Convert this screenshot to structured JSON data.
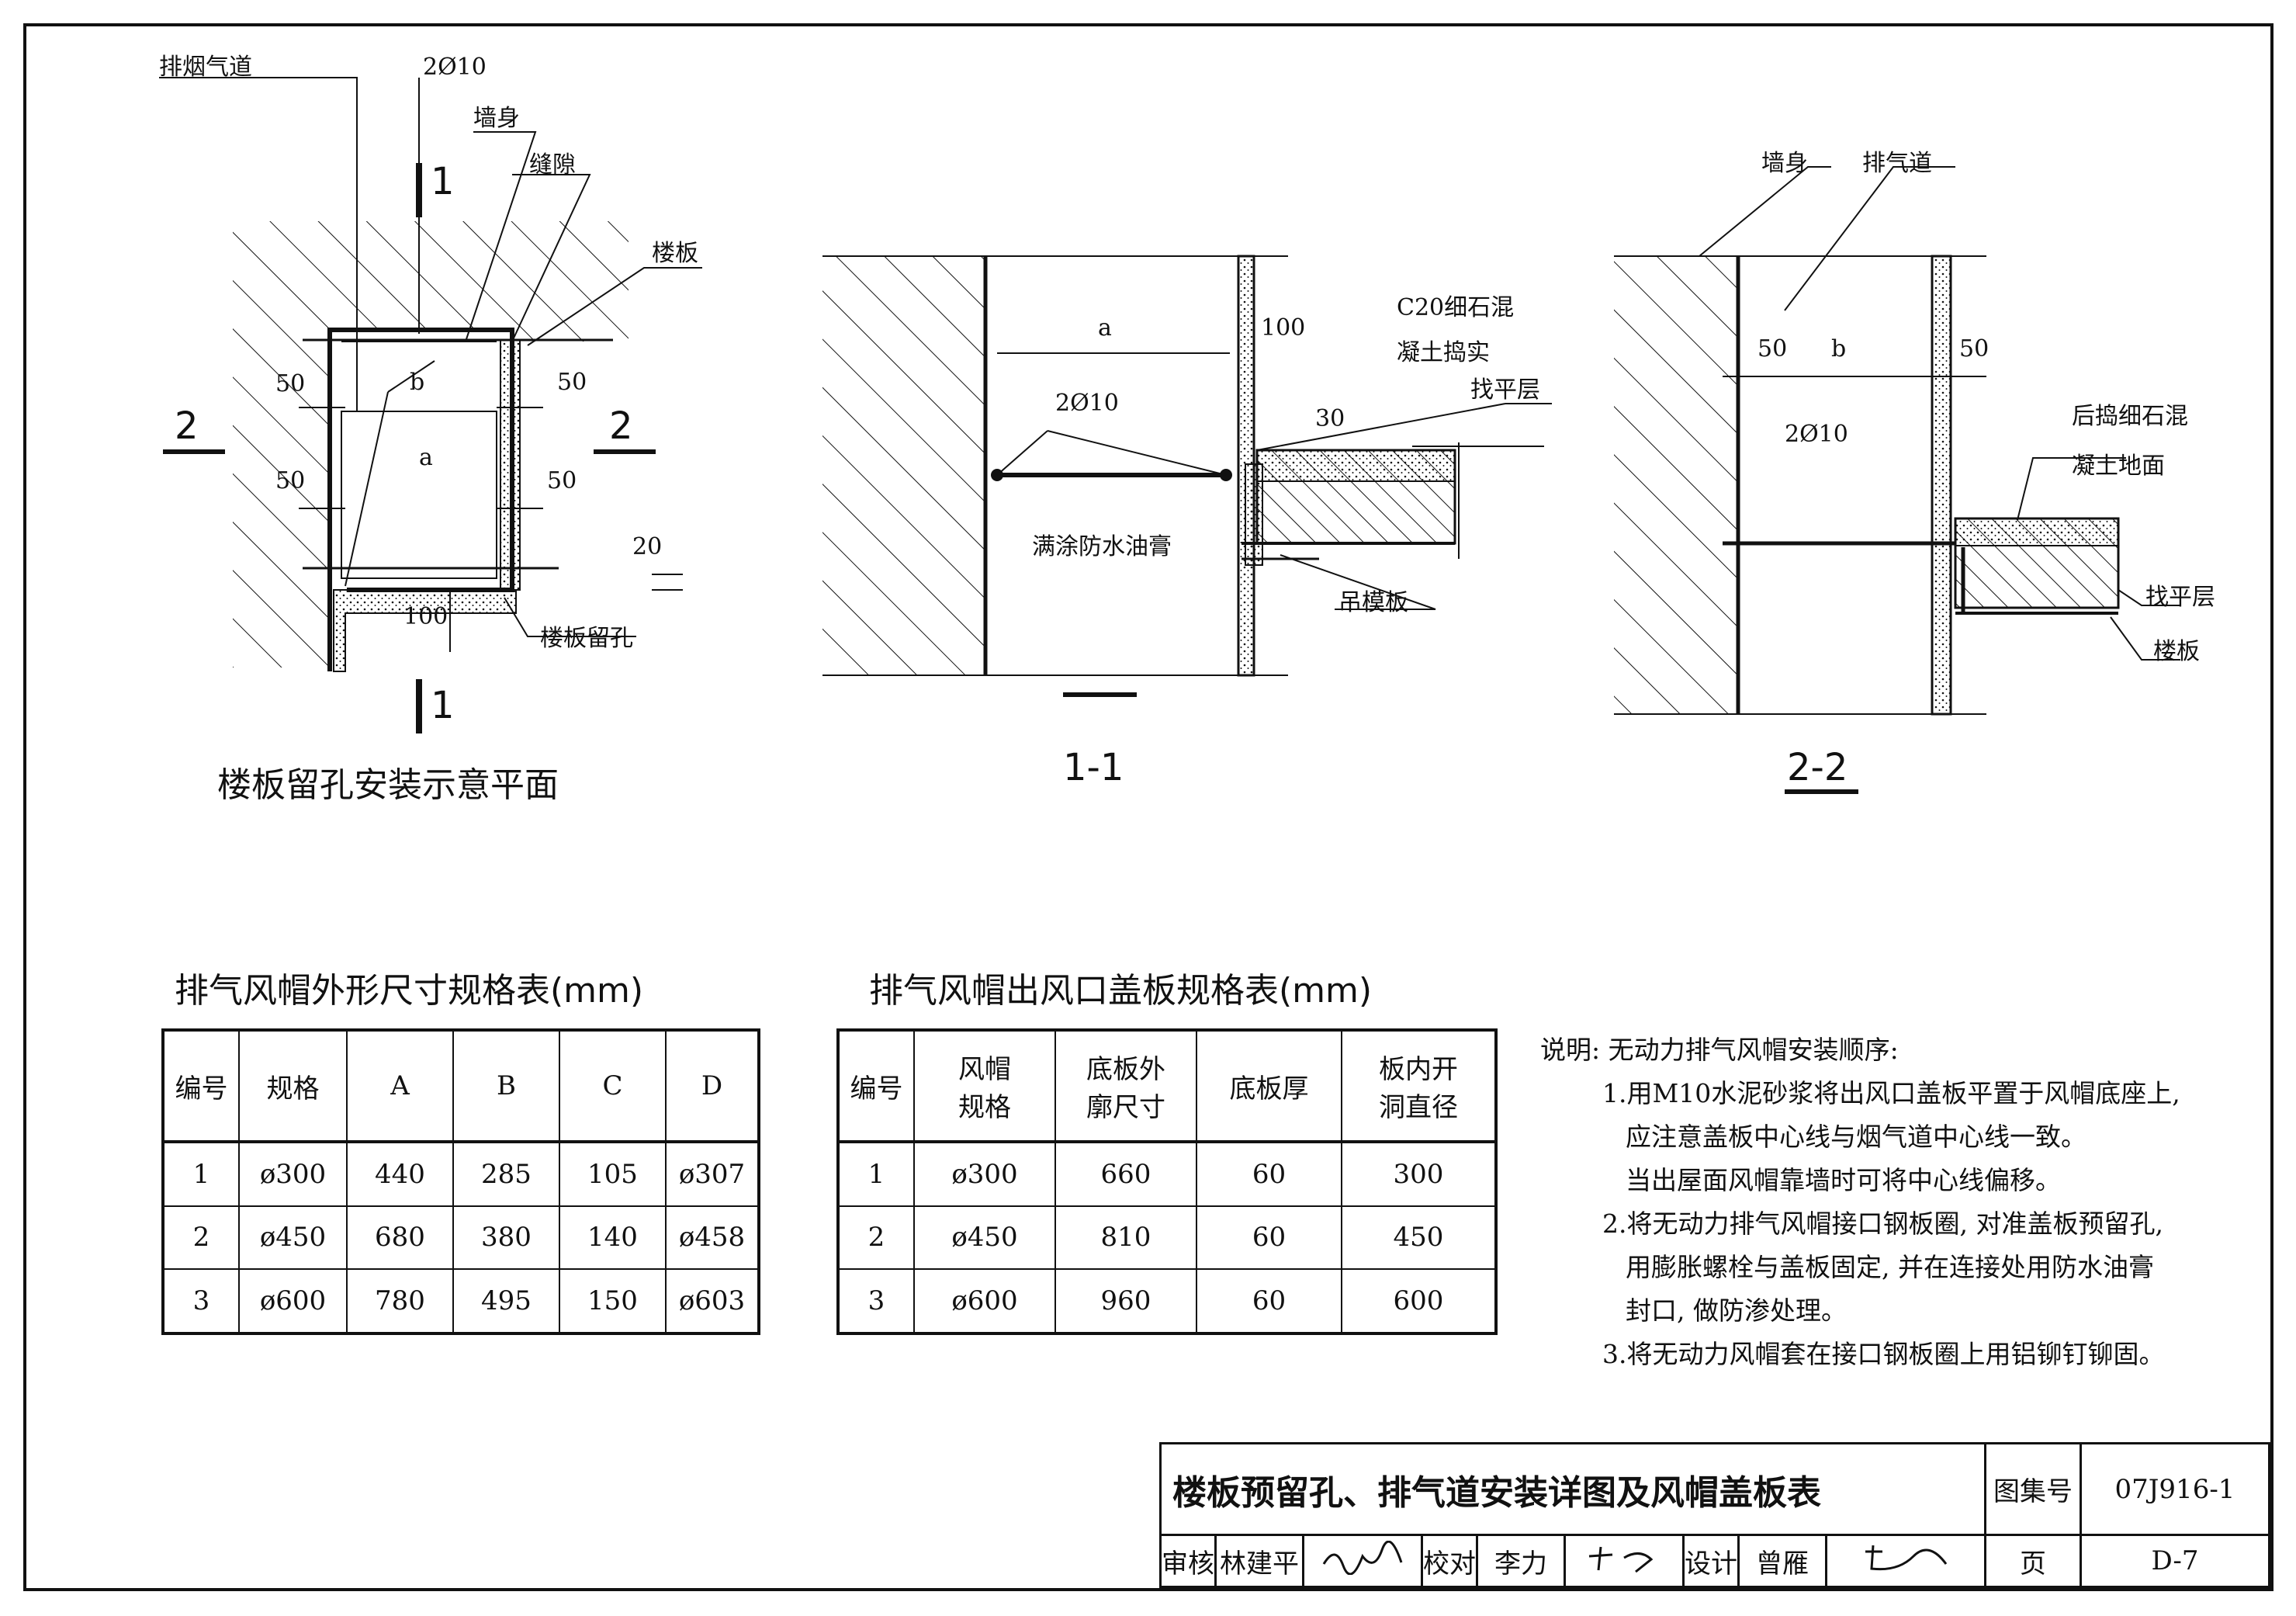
{
  "drawing": {
    "plan": {
      "title": "楼板留孔安装示意平面",
      "labels": {
        "flue": "排烟气道",
        "rebar": "2Ø10",
        "wall": "墙身",
        "gap": "缝隙",
        "slab": "楼板",
        "slab_hole": "楼板留孔",
        "dim_b": "b",
        "dim_a": "a",
        "d50_left_top": "50",
        "d50_left_bottom": "50",
        "d50_right_top": "50",
        "d50_right_bottom": "50",
        "d20": "20",
        "d100": "100",
        "cut1_top": "1",
        "cut1_bottom": "1",
        "cut2_left": "2",
        "cut2_right": "2"
      }
    },
    "section_1": {
      "title": "1-1",
      "labels": {
        "dim_a": "a",
        "d100": "100",
        "rebar": "2Ø10",
        "d30": "30",
        "c20_line1": "C20细石混",
        "c20_line2": "凝土捣实",
        "leveling": "找平层",
        "coat": "满涂防水油膏",
        "formwork": "吊模板"
      }
    },
    "section_2": {
      "title": "2-2",
      "labels": {
        "wall": "墙身",
        "duct": "排气道",
        "d50_left": "50",
        "dim_b": "b",
        "d50_right": "50",
        "rebar": "2Ø10",
        "concrete_line1": "后捣细石混",
        "concrete_line2": "凝土地面",
        "leveling": "找平层",
        "slab": "楼板"
      }
    }
  },
  "table_cap": {
    "title": "排气风帽外形尺寸规格表(mm)",
    "headers": [
      "编号",
      "规格",
      "A",
      "B",
      "C",
      "D"
    ],
    "rows": [
      [
        "1",
        "ø300",
        "440",
        "285",
        "105",
        "ø307"
      ],
      [
        "2",
        "ø450",
        "680",
        "380",
        "140",
        "ø458"
      ],
      [
        "3",
        "ø600",
        "780",
        "495",
        "150",
        "ø603"
      ]
    ]
  },
  "table_cover": {
    "title": "排气风帽出风口盖板规格表(mm)",
    "headers": [
      [
        "编号"
      ],
      [
        "风帽",
        "规格"
      ],
      [
        "底板外",
        "廓尺寸"
      ],
      [
        "底板厚"
      ],
      [
        "板内开",
        "洞直径"
      ]
    ],
    "rows": [
      [
        "1",
        "ø300",
        "660",
        "60",
        "300"
      ],
      [
        "2",
        "ø450",
        "810",
        "60",
        "450"
      ],
      [
        "3",
        "ø600",
        "960",
        "60",
        "600"
      ]
    ]
  },
  "notes": {
    "lines": [
      "说明: 无动力排气风帽安装顺序:",
      "1.用M10水泥砂浆将出风口盖板平置于风帽底座上,",
      "应注意盖板中心线与烟气道中心线一致。",
      "当出屋面风帽靠墙时可将中心线偏移。",
      "2.将无动力排气风帽接口钢板圈, 对准盖板预留孔,",
      "用膨胀螺栓与盖板固定, 并在连接处用防水油膏",
      "封口, 做防渗处理。",
      "3.将无动力风帽套在接口钢板圈上用铝铆钉铆固。"
    ]
  },
  "title_block": {
    "title": "楼板预留孔、排气道安装详图及风帽盖板表",
    "atlas_label": "图集号",
    "atlas_no": "07J916-1",
    "review_label": "审核",
    "reviewer": "林建平",
    "check_label": "校对",
    "checker": "李力",
    "design_label": "设计",
    "designer": "曾雁",
    "page_label": "页",
    "page_no": "D-7"
  }
}
